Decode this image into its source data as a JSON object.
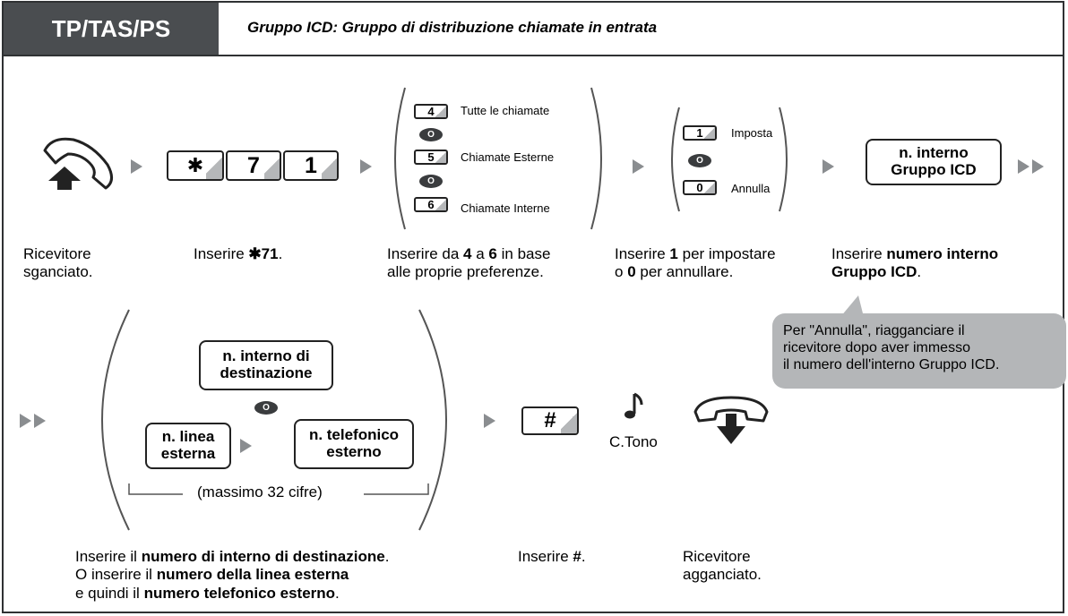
{
  "header": {
    "badge": "TP/TAS/PS",
    "title": "Gruppo ICD: Gruppo di distribuzione chiamate in entrata"
  },
  "colors": {
    "badge_bg": "#4a4d50",
    "key_shade": "#b5b7b9",
    "callout_bg": "#b4b6b8",
    "arrow": "#8a8d90"
  },
  "icons": [
    "handset-offhook-icon",
    "handset-onhook-icon",
    "music-note-icon"
  ],
  "step_keys": {
    "star": "✱",
    "seven": "7",
    "one": "1",
    "hash": "#"
  },
  "options_a": {
    "items": [
      {
        "key": "4",
        "label": "Tutte le chiamate"
      },
      {
        "key": "5",
        "label": "Chiamate Esterne"
      },
      {
        "key": "6",
        "label": "Chiamate Interne"
      }
    ],
    "or": "O"
  },
  "options_b": {
    "items": [
      {
        "key": "1",
        "label": "Imposta"
      },
      {
        "key": "0",
        "label": "Annulla"
      }
    ],
    "or": "O"
  },
  "boxes": {
    "icd_ext": "n. interno\nGruppo ICD",
    "dest_ext": "n. interno di\ndestinazione",
    "line": "n. linea\nesterna",
    "phone": "n. telefonico\nesterno",
    "max_digits": "(massimo 32 cifre)",
    "or": "O"
  },
  "tone_label": "C.Tono",
  "descriptions": {
    "d1": [
      "Ricevitore",
      "sganciato."
    ],
    "d2": {
      "pre": "Inserire ",
      "sym": "✱",
      "bold": "71",
      "post": "."
    },
    "d3": {
      "a": "Inserire da ",
      "b1": "4",
      "c": " a ",
      "b2": "6",
      "d": " in base",
      "line2": "alle proprie preferenze."
    },
    "d4": {
      "a": "Inserire ",
      "b1": "1",
      "c": " per impostare",
      "e": "o ",
      "b2": "0",
      "f": " per annullare."
    },
    "d5": {
      "a": "Inserire ",
      "b1": "numero interno",
      "b2": "Gruppo ICD",
      "c": "."
    },
    "d6": {
      "l1a": "Inserire il ",
      "l1b": "numero di interno di destinazione",
      "l1c": ".",
      "l2a": "O inserire il ",
      "l2b": "numero della linea esterna",
      "l3a": "e quindi il ",
      "l3b": "numero telefonico esterno",
      "l3c": "."
    },
    "d7": {
      "a": "Inserire ",
      "b": "#",
      "c": "."
    },
    "d8": [
      "Ricevitore",
      "agganciato."
    ]
  },
  "callout": "Per \"Annulla\", riagganciare il\nricevitore dopo aver immesso\nil numero dell'interno Gruppo ICD."
}
